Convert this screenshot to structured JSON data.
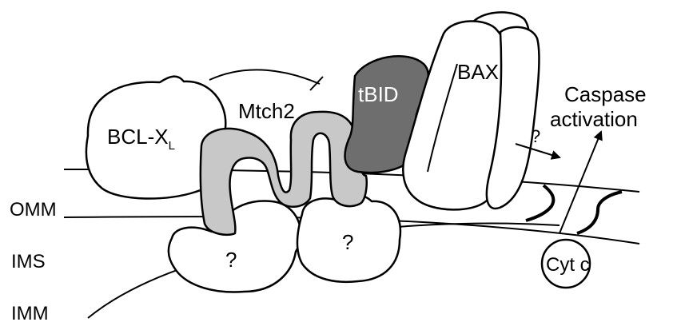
{
  "labels": {
    "bclxl_main": "BCL-X",
    "bclxl_sub": "L",
    "mtch2": "Mtch2",
    "tbid": "tBID",
    "bax": "BAX",
    "caspase_line1": "Caspase",
    "caspase_line2": "activation",
    "question_arrow": "?",
    "omm": "OMM",
    "ims": "IMS",
    "imm": "IMM",
    "unknown_left": "?",
    "unknown_right": "?",
    "cytc": "Cyt c"
  },
  "colors": {
    "mtch2_fill": "#c8c8c8",
    "tbid_fill": "#6e6e6e",
    "tbid_text": "#ffffff",
    "outline": "#000000",
    "background": "#ffffff"
  }
}
